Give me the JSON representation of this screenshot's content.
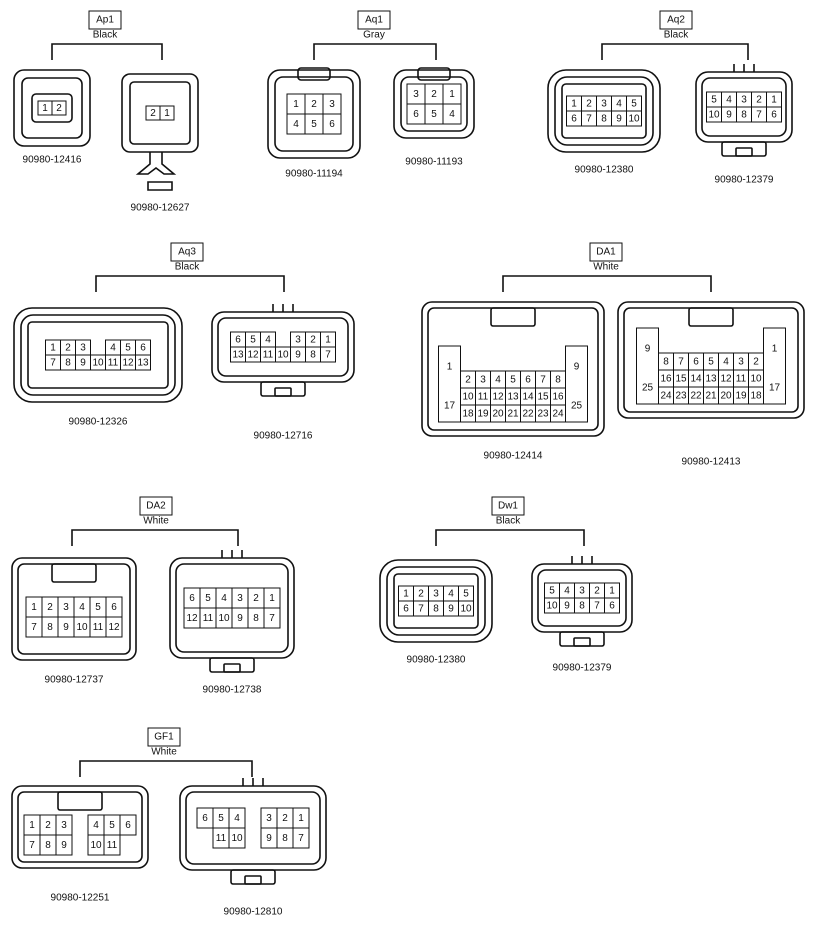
{
  "groups": [
    {
      "id": "Ap1",
      "label": "Ap1",
      "color": "Black",
      "connectors": [
        {
          "part": "90980-12416",
          "face": "female",
          "rows": [
            [
              "1",
              "2"
            ]
          ]
        },
        {
          "part": "90980-12627",
          "face": "male",
          "rows": [
            [
              "2",
              "1"
            ]
          ]
        }
      ]
    },
    {
      "id": "Aq1",
      "label": "Aq1",
      "color": "Gray",
      "connectors": [
        {
          "part": "90980-11194",
          "face": "female",
          "rows": [
            [
              "1",
              "2",
              "3"
            ],
            [
              "4",
              "5",
              "6"
            ]
          ]
        },
        {
          "part": "90980-11193",
          "face": "male",
          "rows": [
            [
              "3",
              "2",
              "1"
            ],
            [
              "6",
              "5",
              "4"
            ]
          ]
        }
      ]
    },
    {
      "id": "Aq2",
      "label": "Aq2",
      "color": "Black",
      "connectors": [
        {
          "part": "90980-12380",
          "face": "female",
          "rows": [
            [
              "1",
              "2",
              "3",
              "4",
              "5"
            ],
            [
              "6",
              "7",
              "8",
              "9",
              "10"
            ]
          ]
        },
        {
          "part": "90980-12379",
          "face": "male",
          "rows": [
            [
              "5",
              "4",
              "3",
              "2",
              "1"
            ],
            [
              "10",
              "9",
              "8",
              "7",
              "6"
            ]
          ]
        }
      ]
    },
    {
      "id": "Aq3",
      "label": "Aq3",
      "color": "Black",
      "connectors": [
        {
          "part": "90980-12326",
          "face": "female",
          "rows": [
            [
              "1",
              "2",
              "3",
              "",
              "4",
              "5",
              "6"
            ],
            [
              "7",
              "8",
              "9",
              "10",
              "11",
              "12",
              "13"
            ]
          ]
        },
        {
          "part": "90980-12716",
          "face": "male",
          "rows": [
            [
              "6",
              "5",
              "4",
              "",
              "3",
              "2",
              "1"
            ],
            [
              "13",
              "12",
              "11",
              "10",
              "9",
              "8",
              "7"
            ]
          ]
        }
      ]
    },
    {
      "id": "DA1",
      "label": "DA1",
      "color": "White",
      "connectors": [
        {
          "part": "90980-12414",
          "face": "female",
          "left": [
            "1",
            "17"
          ],
          "right": [
            "9",
            "25"
          ],
          "rows": [
            [
              "2",
              "3",
              "4",
              "5",
              "6",
              "7",
              "8"
            ],
            [
              "10",
              "11",
              "12",
              "13",
              "14",
              "15",
              "16"
            ],
            [
              "18",
              "19",
              "20",
              "21",
              "22",
              "23",
              "24"
            ]
          ]
        },
        {
          "part": "90980-12413",
          "face": "male",
          "left": [
            "9",
            "25"
          ],
          "right": [
            "1",
            "17"
          ],
          "rows": [
            [
              "8",
              "7",
              "6",
              "5",
              "4",
              "3",
              "2"
            ],
            [
              "16",
              "15",
              "14",
              "13",
              "12",
              "11",
              "10"
            ],
            [
              "24",
              "23",
              "22",
              "21",
              "20",
              "19",
              "18"
            ]
          ]
        }
      ]
    },
    {
      "id": "DA2",
      "label": "DA2",
      "color": "White",
      "connectors": [
        {
          "part": "90980-12737",
          "face": "female",
          "rows": [
            [
              "1",
              "2",
              "3",
              "4",
              "5",
              "6"
            ],
            [
              "7",
              "8",
              "9",
              "10",
              "11",
              "12"
            ]
          ]
        },
        {
          "part": "90980-12738",
          "face": "male",
          "rows": [
            [
              "6",
              "5",
              "4",
              "3",
              "2",
              "1"
            ],
            [
              "12",
              "11",
              "10",
              "9",
              "8",
              "7"
            ]
          ]
        }
      ]
    },
    {
      "id": "Dw1",
      "label": "Dw1",
      "color": "Black",
      "connectors": [
        {
          "part": "90980-12380",
          "face": "female",
          "rows": [
            [
              "1",
              "2",
              "3",
              "4",
              "5"
            ],
            [
              "6",
              "7",
              "8",
              "9",
              "10"
            ]
          ]
        },
        {
          "part": "90980-12379",
          "face": "male",
          "rows": [
            [
              "5",
              "4",
              "3",
              "2",
              "1"
            ],
            [
              "10",
              "9",
              "8",
              "7",
              "6"
            ]
          ]
        }
      ]
    },
    {
      "id": "GF1",
      "label": "GF1",
      "color": "White",
      "connectors": [
        {
          "part": "90980-12251",
          "face": "female",
          "rows": [
            [
              "1",
              "2",
              "3",
              "",
              "4",
              "5",
              "6"
            ],
            [
              "7",
              "8",
              "9",
              "",
              "10",
              "11",
              ""
            ]
          ]
        },
        {
          "part": "90980-12810",
          "face": "male",
          "rows": [
            [
              "6",
              "5",
              "4",
              "",
              "3",
              "2",
              "1"
            ],
            [
              "",
              "11",
              "10",
              "",
              "9",
              "8",
              "7"
            ]
          ]
        }
      ]
    }
  ]
}
